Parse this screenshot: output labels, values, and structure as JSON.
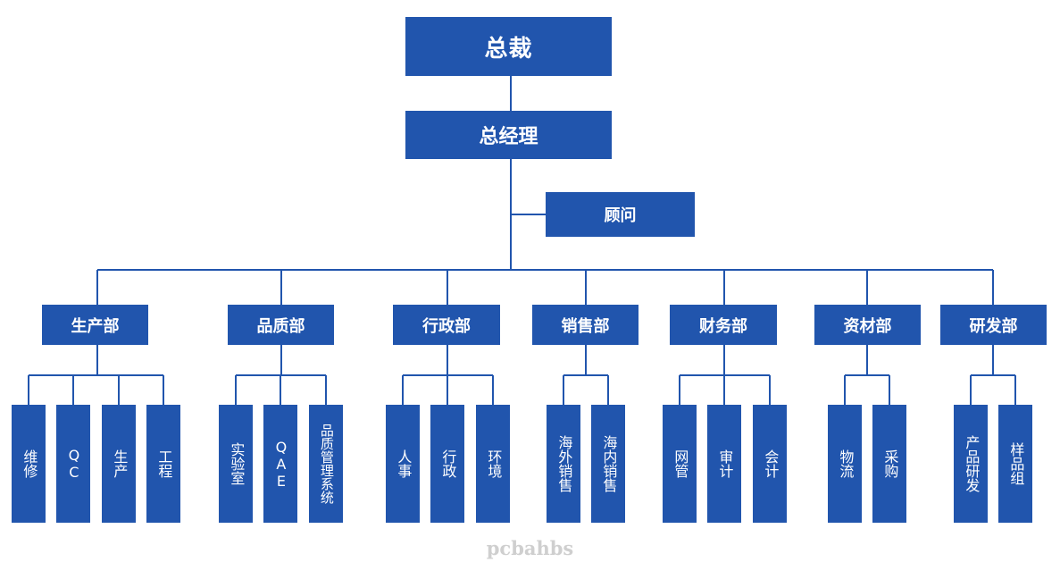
{
  "colors": {
    "box": "#2155ad",
    "line": "#2155ad",
    "text": "#ffffff"
  },
  "ceo": "总裁",
  "gm": "总经理",
  "advisor": "顾问",
  "departments": [
    {
      "name": "生产部",
      "subs": [
        "维修",
        "QC",
        "生产",
        "工程"
      ]
    },
    {
      "name": "品质部",
      "subs": [
        "实验室",
        "QAE",
        "品质管理系统"
      ]
    },
    {
      "name": "行政部",
      "subs": [
        "人事",
        "行政",
        "环境"
      ]
    },
    {
      "name": "销售部",
      "subs": [
        "海外销售",
        "海内销售"
      ]
    },
    {
      "name": "财务部",
      "subs": [
        "网管",
        "审计",
        "会计"
      ]
    },
    {
      "name": "资材部",
      "subs": [
        "物流",
        "采购"
      ]
    },
    {
      "name": "研发部",
      "subs": [
        "产品研发",
        "样品组"
      ]
    }
  ],
  "watermark": "pcbahbs"
}
